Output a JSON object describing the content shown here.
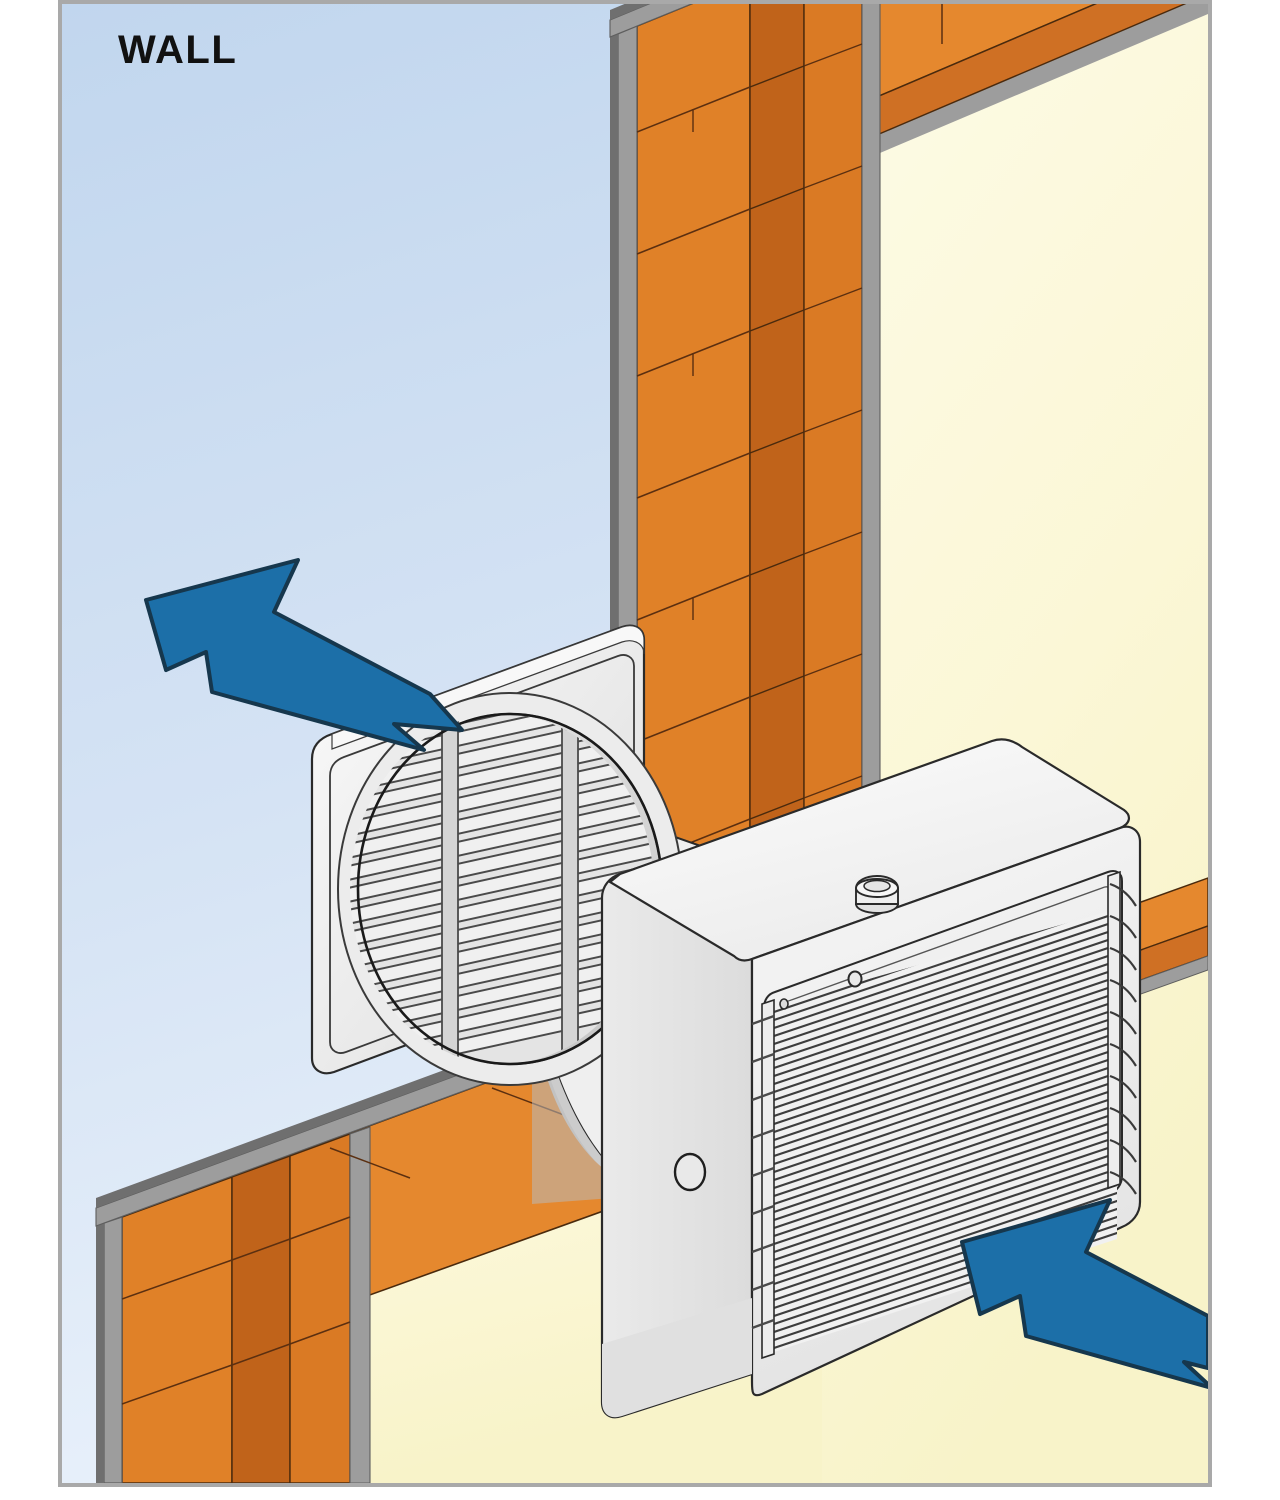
{
  "figure": {
    "title_label": "WALL",
    "domain_kind": "technical-illustration",
    "subject": "through-wall extractor fan installation cutaway"
  },
  "labels": {
    "wall": "WALL"
  },
  "colors": {
    "frame_border": "#a9a9a9",
    "sky_top": "#c2d7ee",
    "sky_bottom": "#e7effa",
    "interior_wall": "#fbf7d8",
    "brick_face_light": "#e5882e",
    "brick_face_mid": "#d9761f",
    "brick_face_dark": "#c0631a",
    "brick_top_shade": "#cf7024",
    "mortar_gray": "#9a9a9a",
    "mortar_gray_dark": "#7d7d7d",
    "arrow_blue": "#1c6fa8",
    "arrow_outline": "#18374e",
    "plastic_white": "#f2f2f2",
    "plastic_shade": "#e2e2e2",
    "plastic_deep_shade": "#cfcfcf",
    "louver_line": "#3a3a3a",
    "outline": "#1a1a1a"
  },
  "components": [
    {
      "id": "exterior-grille",
      "name": "Exterior wall grille plate",
      "shape": "rounded square plate with circular louvered vent"
    },
    {
      "id": "round-louver-vent",
      "name": "Round louvered vent",
      "louver_count": 16,
      "divider_count": 2
    },
    {
      "id": "wall-duct",
      "name": "Wall duct sleeve",
      "shape": "cylinder through wall"
    },
    {
      "id": "interior-fan-unit",
      "name": "Interior fan unit",
      "shape": "square housing with fine louvered front grille"
    },
    {
      "id": "cable-gland",
      "name": "Cable gland on top of fan unit"
    },
    {
      "id": "side-port",
      "name": "Circular port on left side of fan unit"
    },
    {
      "id": "brick-wall",
      "name": "Cutaway brick wall",
      "courses": 12
    }
  ],
  "airflow": {
    "arrows": [
      {
        "id": "outflow-arrow",
        "direction": "up-left",
        "location": "exterior side",
        "meaning": "air exhausted outdoors"
      },
      {
        "id": "inflow-arrow",
        "direction": "up-left",
        "location": "interior side",
        "meaning": "air drawn from room"
      }
    ]
  }
}
